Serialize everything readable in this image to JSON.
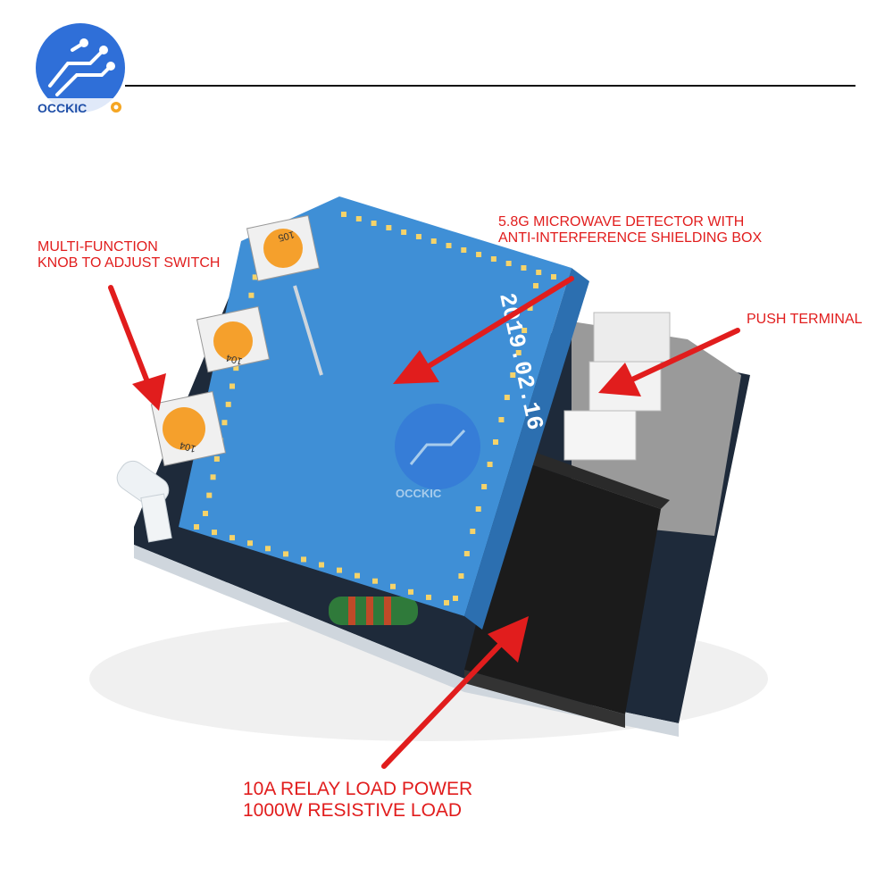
{
  "brand": {
    "logo_text": "OCCKIC",
    "watermark_text": "OCCKIC",
    "primary_color": "#2f6fd8",
    "accent_color": "#f5a623"
  },
  "board": {
    "date_marking": "2019.02.16",
    "potentiometer_labels": [
      "105",
      "104",
      "104"
    ],
    "pcb_color": "#3f8fd6",
    "relay_color": "#1b1b1b",
    "terminal_color": "#e8e8e8"
  },
  "callouts": {
    "knob": {
      "line1": "MULTI-FUNCTION",
      "line2": "KNOB TO ADJUST SWITCH"
    },
    "microwave": {
      "line1": "5.8G MICROWAVE DETECTOR WITH",
      "line2": "ANTI-INTERFERENCE SHIELDING BOX"
    },
    "terminal": {
      "line1": "PUSH TERMINAL"
    },
    "relay": {
      "line1": "10A RELAY LOAD POWER",
      "line2": "1000W RESISTIVE LOAD"
    },
    "color": "#e11d1d"
  }
}
